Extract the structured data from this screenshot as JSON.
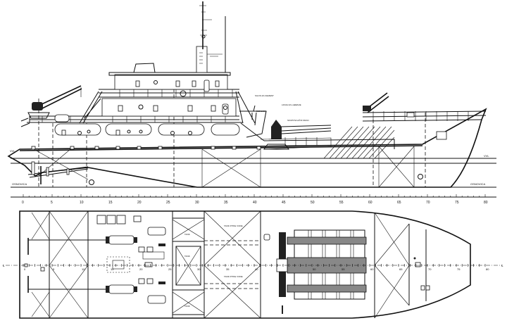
{
  "drawing": {
    "profile": {
      "waterline_label": "VVL",
      "baseline_label": "OSNOVICA",
      "annotations": [
        "SILOS ZA CEMENT",
        "DIZALICA",
        "LINIJA ZA LAĐENJE",
        "SKUPOVLAČNI KRAN"
      ]
    },
    "frame_scale": [
      "0",
      "5",
      "10",
      "15",
      "20",
      "25",
      "30",
      "35",
      "40",
      "45",
      "50",
      "55",
      "60",
      "65",
      "70",
      "75",
      "80"
    ],
    "plan": {
      "scale_labels": [
        "0",
        "5",
        "10",
        "15",
        "20",
        "25",
        "30",
        "35",
        "40",
        "50",
        "55",
        "60",
        "65",
        "70",
        "75",
        "80"
      ],
      "tank_labels": [
        "TANK PITKE VODE",
        "TANK PITKE VODE",
        "TANK",
        "TANK",
        "TANK"
      ],
      "centerline_symbol": "℄"
    }
  }
}
